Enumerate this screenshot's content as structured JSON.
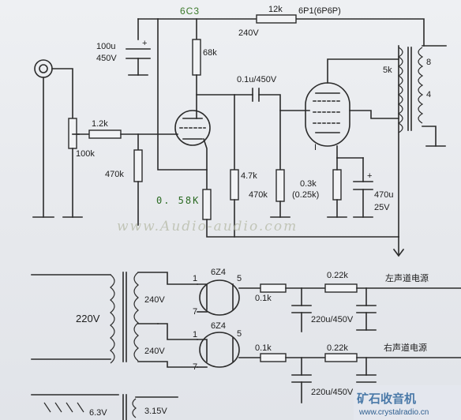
{
  "labels": {
    "tube_6c3": "6C3",
    "r_12k": "12k",
    "tube_6p1": "6P1(6P6P)",
    "v_240": "240V",
    "cap_100u": "100u",
    "cap_100u_v": "450V",
    "r_68k": "68k",
    "cap_01u": "0.1u/450V",
    "r_5k": "5k",
    "tap_8": "8",
    "tap_4": "4",
    "r_12k_in": "1.2k",
    "r_100k": "100k",
    "r_470k_a": "470k",
    "r_47k": "4.7k",
    "r_470k_b": "470k",
    "r_03k": "0.3k",
    "r_025k": "(0.25k)",
    "cap_470u": "470u",
    "cap_470u_v": "25V",
    "r_058k": "0. 58K",
    "watermark": "www.Audio-audio.com",
    "tube_6z4_a": "6Z4",
    "tube_6z4_b": "6Z4",
    "pin_1a": "1",
    "pin_5a": "5",
    "pin_7a": "7",
    "pin_1b": "1",
    "pin_5b": "5",
    "pin_7b": "7",
    "v_240_a": "240V",
    "v_240_b": "240V",
    "v_220": "220V",
    "r_01k_a": "0.1k",
    "r_022k_a": "0.22k",
    "r_01k_b": "0.1k",
    "r_022k_b": "0.22k",
    "cap_220u_a": "220u/450V",
    "cap_220u_b": "220u/450V",
    "left_supply": "左声道电源",
    "right_supply": "右声道电源",
    "v_63": "6.3V",
    "v_315": "3.15V"
  },
  "logo": {
    "text": "矿石收音机",
    "url": "www.crystalradio.cn"
  },
  "colors": {
    "wire": "#2b2b2b",
    "tube_label": "#3b7a2a",
    "logo": "#4a79a8"
  }
}
